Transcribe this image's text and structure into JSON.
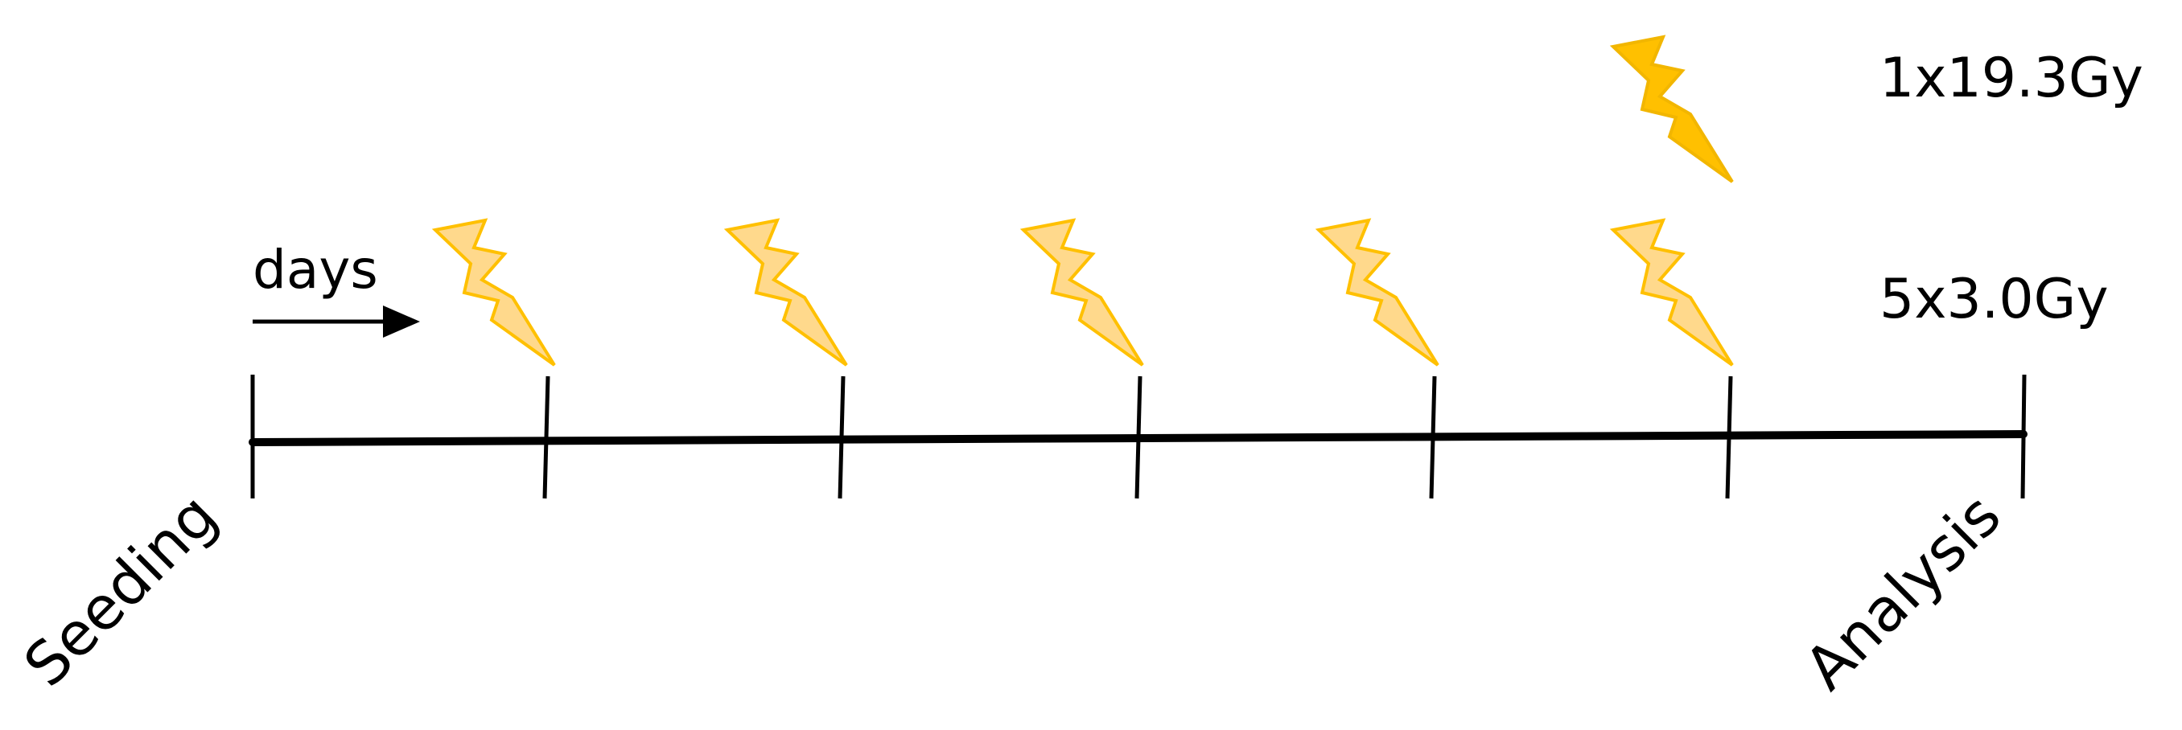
{
  "diagram": {
    "labels": {
      "start": "Seeding",
      "end": "Analysis",
      "axis": "days",
      "single_dose": "1x19.3Gy",
      "fractionated_dose": "5x3.0Gy"
    },
    "colors": {
      "line": "#000000",
      "single_bolt_fill": "#FFC000",
      "single_bolt_stroke": "#F2B600",
      "fraction_bolt_fill": "#FFD98C",
      "fraction_bolt_stroke": "#FFC000"
    },
    "icons": {
      "bolt": "lightning-bolt-icon",
      "arrow": "arrow-right-icon"
    },
    "timeline": {
      "tick_count": 7,
      "fraction_ticks": [
        1,
        2,
        3,
        4,
        5
      ],
      "single_dose_tick": 5
    }
  }
}
